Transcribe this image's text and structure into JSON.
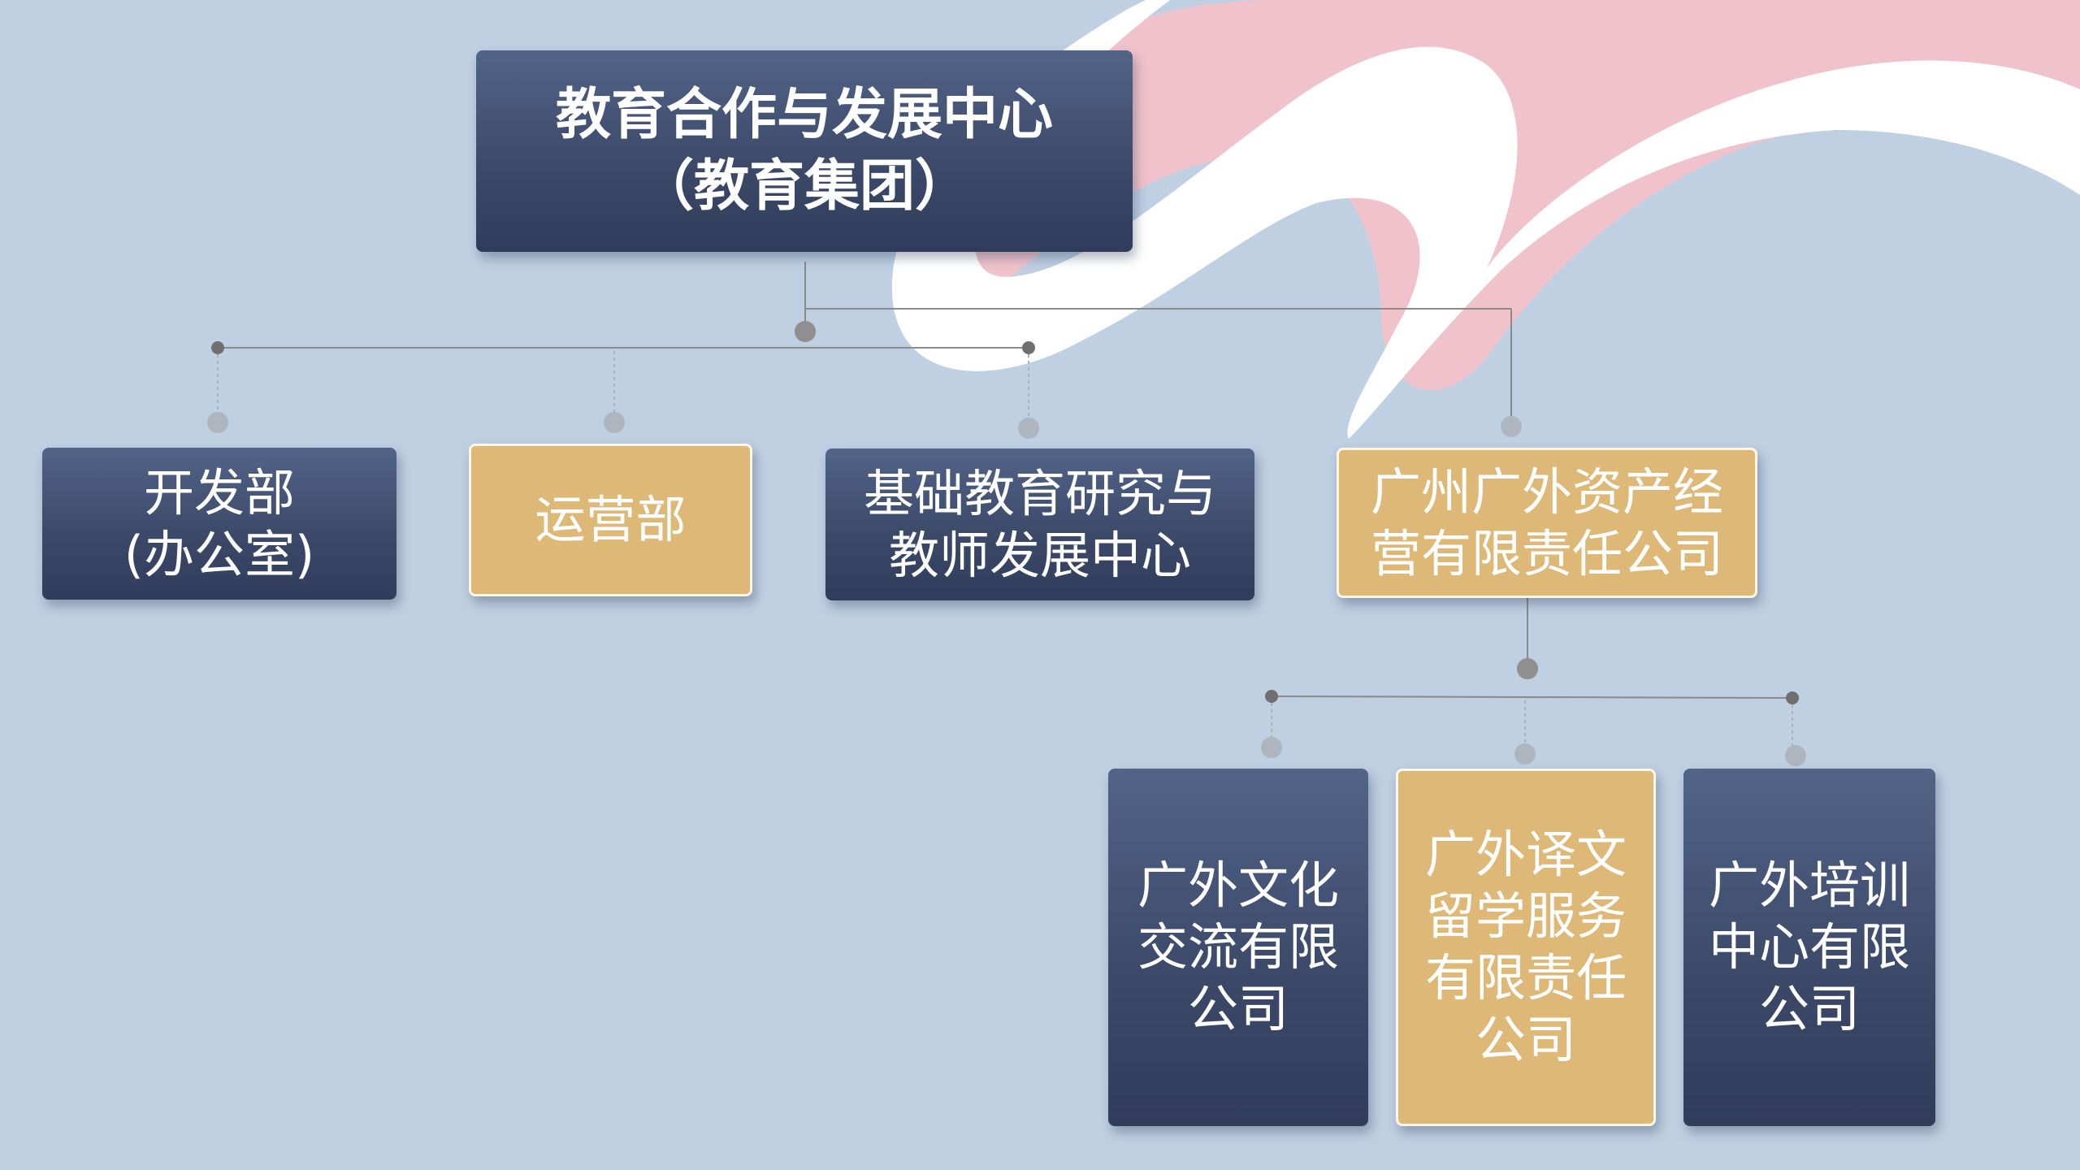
{
  "colors": {
    "background": "#bfd0e3",
    "navy_box": "#3b4868",
    "gold_box": "#deb877",
    "ribbon_pink": "#f0c3cc",
    "ribbon_white": "#ffffff",
    "connector_line": "#8a8a8a",
    "connector_dot": "#9a9a9a"
  },
  "org_chart": {
    "root": {
      "lines": [
        "教育合作与发展中心",
        "（教育集团）"
      ]
    },
    "level1": [
      {
        "lines": [
          "开发部",
          "(办公室)"
        ]
      },
      {
        "lines": [
          "运营部"
        ]
      },
      {
        "lines": [
          "基础教育研究与",
          "教师发展中心"
        ]
      },
      {
        "lines": [
          "广州广外资产经",
          "营有限责任公司"
        ]
      }
    ],
    "level2": [
      {
        "lines": [
          "广外文化",
          "交流有限",
          "公司"
        ]
      },
      {
        "lines": [
          "广外译文",
          "留学服务",
          "有限责任",
          "公司"
        ]
      },
      {
        "lines": [
          "广外培训",
          "中心有限",
          "公司"
        ]
      }
    ]
  }
}
